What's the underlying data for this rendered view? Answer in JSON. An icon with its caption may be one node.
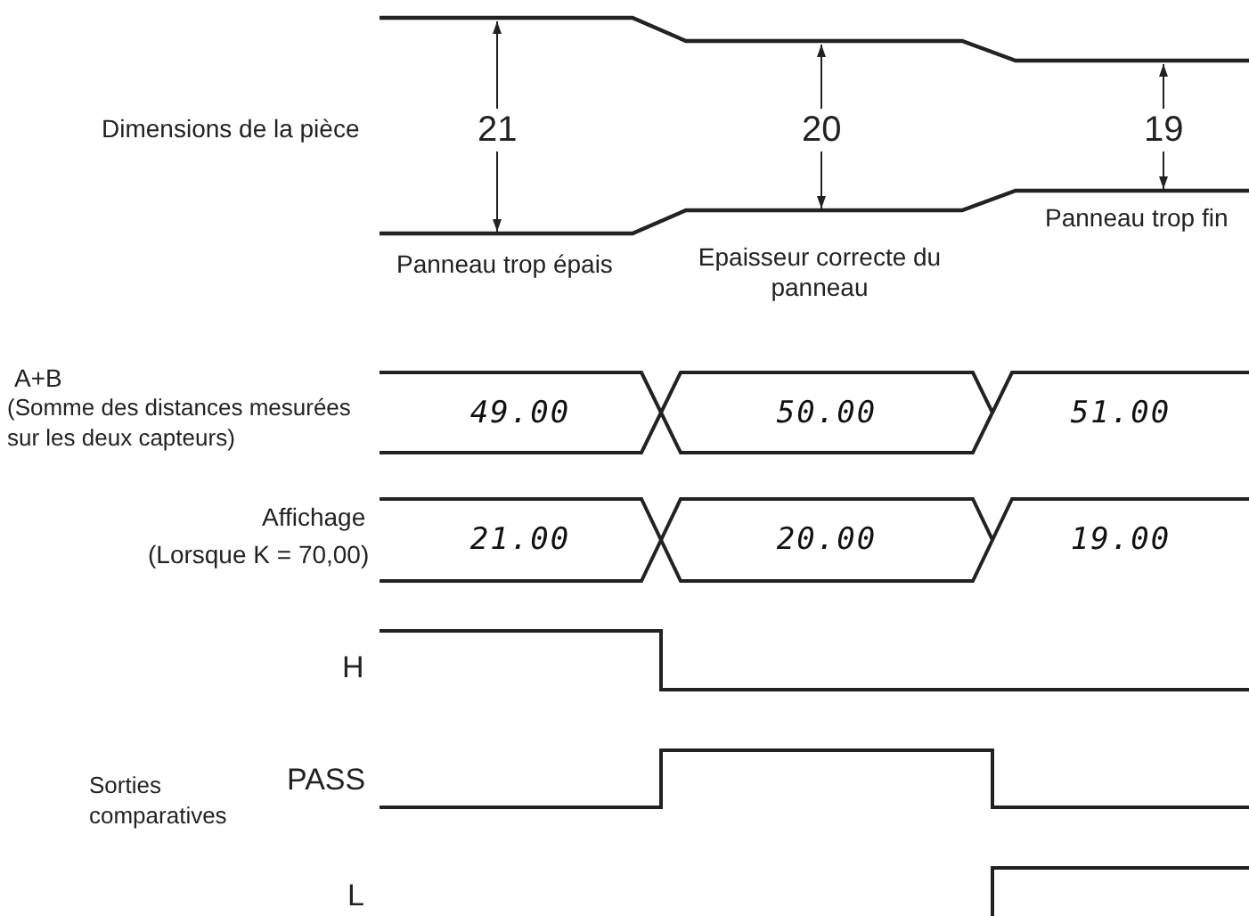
{
  "diagram": {
    "nodes": [
      {
        "text": [
          "49.00"
        ]
      },
      {
        "text": [
          "50.00"
        ]
      },
      {
        "text": [
          "51.00"
        ]
      },
      {
        "text": [
          "21.00"
        ]
      },
      {
        "text": [
          "20.00"
        ]
      },
      {
        "text": [
          "19.00"
        ]
      }
    ],
    "labels": [
      "Dimensions de la pièce",
      "21",
      "20",
      "19",
      "Panneau trop épais",
      "Epaisseur correcte du panneau",
      "Panneau trop fin",
      "A+B",
      "(Somme des distances mesurées sur les deux capteurs)",
      "Affichage",
      "(Lorsque K = 70,00)",
      "H",
      "Sorties comparatives",
      "PASS",
      "L"
    ]
  }
}
